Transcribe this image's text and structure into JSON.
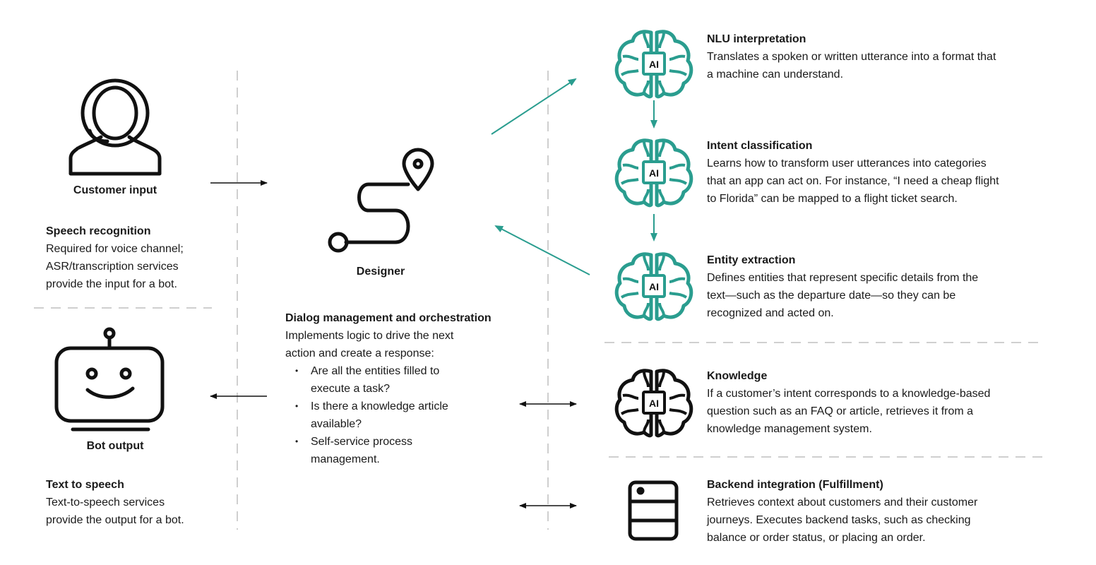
{
  "left": {
    "customer_caption": "Customer input",
    "speech": {
      "title": "Speech recognition",
      "lines": [
        "Required for voice channel;",
        "ASR/transcription services",
        "provide the input for a bot."
      ]
    },
    "bot_caption": "Bot output",
    "tts": {
      "title": "Text to speech",
      "lines": [
        "Text-to-speech services",
        "provide the output for a bot."
      ]
    }
  },
  "center": {
    "designer_caption": "Designer",
    "dialog": {
      "title": "Dialog management and orchestration",
      "lines": [
        "Implements logic to drive the next",
        "action and create a response:"
      ],
      "bullets": [
        [
          "Are all the entities filled to",
          "execute a task?"
        ],
        [
          "Is there a knowledge article",
          "available?"
        ],
        [
          "Self-service process",
          "management."
        ]
      ]
    }
  },
  "right": {
    "icon_label": "AI",
    "nlu": {
      "title": "NLU interpretation",
      "lines": [
        "Translates a spoken or written utterance into a format that",
        "a machine can understand."
      ]
    },
    "intent": {
      "title": "Intent classification",
      "lines": [
        "Learns how to transform user utterances into categories",
        "that an app can act on. For instance, “I need a cheap flight",
        "to Florida” can be mapped to a flight ticket search."
      ]
    },
    "entity": {
      "title": "Entity extraction",
      "lines": [
        "Defines entities that represent specific details from the",
        "text—such as the departure date—so they can be",
        "recognized and acted on."
      ]
    },
    "knowledge": {
      "title": "Knowledge",
      "lines": [
        "If a customer’s intent corresponds to a knowledge-based",
        "question such as an FAQ or article, retrieves it from a",
        "knowledge management system."
      ]
    },
    "backend": {
      "title": "Backend integration (Fulfillment)",
      "lines": [
        "Retrieves context about customers and their customer",
        "journeys. Executes backend tasks, such as checking",
        "balance or order status, or placing an order."
      ]
    }
  },
  "colors": {
    "teal": "#2a9d8f",
    "black": "#111111",
    "dash": "#cfcfcf"
  }
}
